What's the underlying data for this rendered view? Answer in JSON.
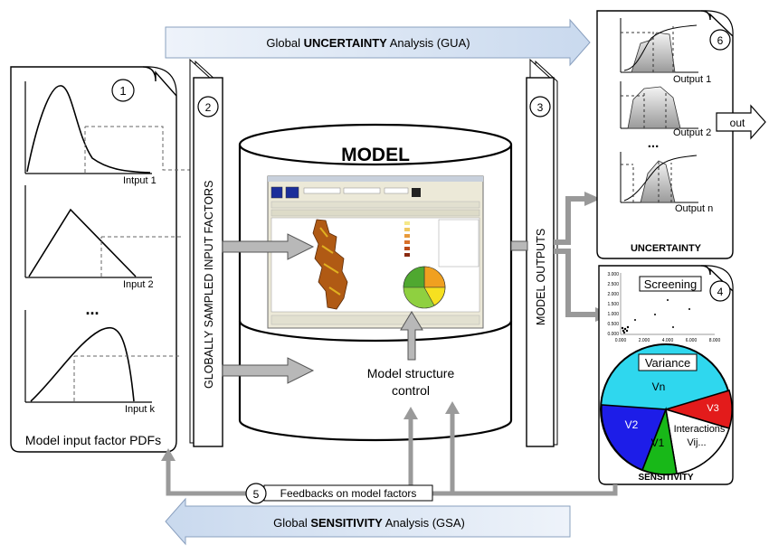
{
  "banners": {
    "gua_prefix": "Global ",
    "gua_bold": "UNCERTAINTY",
    "gua_suffix": " Analysis (GUA)",
    "gsa_prefix": "Global ",
    "gsa_bold": "SENSITIVITY",
    "gsa_suffix": " Analysis (GSA)"
  },
  "input_panel": {
    "caption": "Model input factor PDFs",
    "labels": [
      "Intput 1",
      "Input 2",
      "Input k"
    ],
    "ellipsis": "...",
    "step": "1"
  },
  "sampling": {
    "label": "GLOBALLY SAMPLED INPUT FACTORS",
    "step": "2"
  },
  "model": {
    "title": "MODEL",
    "structure_line1": "Model structure",
    "structure_line2": "control"
  },
  "outputs": {
    "label": "MODEL OUTPUTS",
    "step": "3"
  },
  "uncertainty_panel": {
    "title": "UNCERTAINTY",
    "labels": [
      "Output 1",
      "Output 2",
      "Output n"
    ],
    "ellipsis": "...",
    "step": "6",
    "out_label": "out"
  },
  "sensitivity_panel": {
    "title": "SENSITIVITY",
    "step": "4",
    "screening_label": "Screening",
    "variance_label": "Variance",
    "scatter_ticks_y": [
      "3.000",
      "2.500",
      "2.000",
      "1.500",
      "1.000",
      "0.500",
      "0.000"
    ],
    "scatter_ticks_x": [
      "0.000",
      "2.000",
      "4.000",
      "6.000",
      "8.000"
    ],
    "pie_labels": {
      "vn": "Vn",
      "v3": "V3",
      "v2": "V2",
      "v1": "V1",
      "interactions_line1": "Interactions",
      "interactions_line2": "Vij..."
    },
    "pie_colors": {
      "vn": "#2fd7ee",
      "v3": "#e31b1b",
      "v2": "#1d1de8",
      "v1": "#18b818",
      "interactions": "#ffffff"
    }
  },
  "feedback": {
    "step": "5",
    "label": "Feedbacks on model factors"
  }
}
